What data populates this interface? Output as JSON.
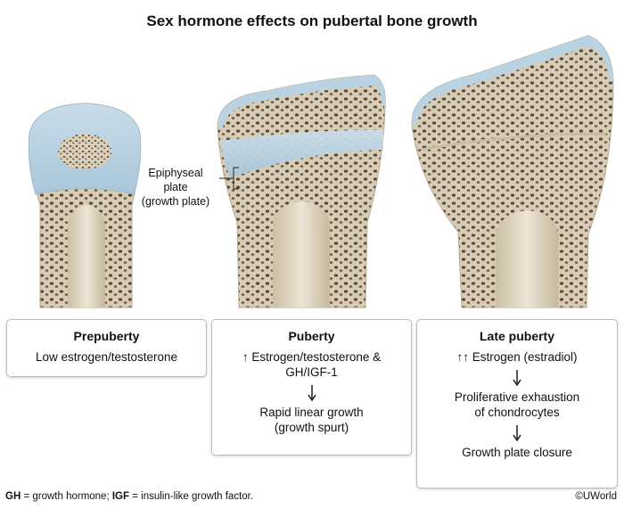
{
  "title": "Sex hormone effects on pubertal bone growth",
  "annotation": {
    "line1": "Epiphyseal",
    "line2": "plate",
    "line3": "(growth plate)"
  },
  "stages": [
    {
      "heading": "Prepuberty",
      "lines": [
        "Low estrogen/testosterone"
      ]
    },
    {
      "heading": "Puberty",
      "hormones": "↑ Estrogen/testosterone & GH/IGF-1",
      "hormones_line1": "↑ Estrogen/testosterone &",
      "hormones_line2": "GH/IGF-1",
      "result_line1": "Rapid linear growth",
      "result_line2": "(growth spurt)"
    },
    {
      "heading": "Late puberty",
      "hormones": "↑↑ Estrogen (estradiol)",
      "step_line1": "Proliferative exhaustion",
      "step_line2": "of chondrocytes",
      "result": "Growth plate closure"
    }
  ],
  "footer": {
    "abbr1": "GH",
    "def1": " = growth hormone; ",
    "abbr2": "IGF",
    "def2": " = insulin-like growth factor."
  },
  "credit": "©UWorld",
  "colors": {
    "bone": "#d9d0bd",
    "cortex": "#cfc5ae",
    "cartilage": "#b9d3e2",
    "marrow_pore": "#4a3b2e",
    "shaft_inner": "#e4dccb"
  }
}
